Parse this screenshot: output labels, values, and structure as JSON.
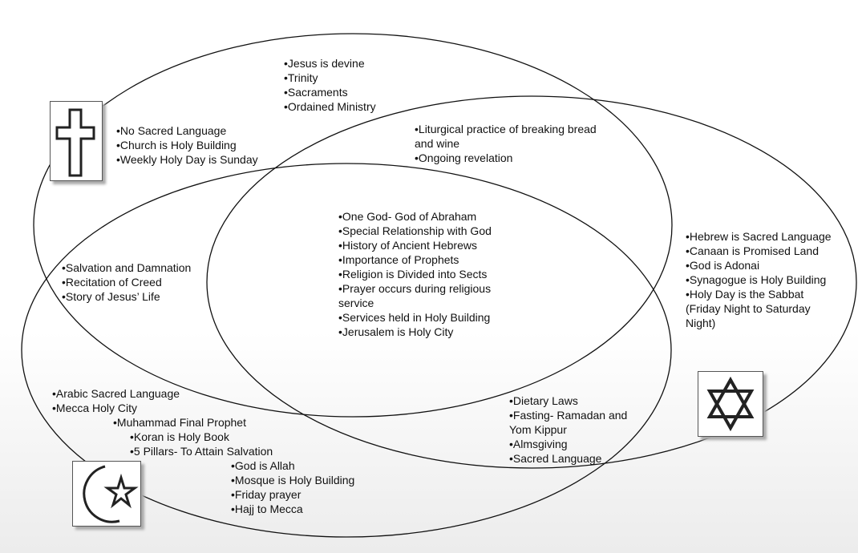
{
  "christianity_only": [
    "•Jesus is devine",
    "•Trinity",
    "•Sacraments",
    "•Ordained Ministry"
  ],
  "christianity_left": [
    "•No Sacred Language",
    "•Church is Holy Building",
    "•Weekly Holy Day is Sunday"
  ],
  "christianity_judaism": [
    "•Liturgical practice of breaking bread and wine",
    "•Ongoing revelation"
  ],
  "all_three": [
    "•One God- God of Abraham",
    "•Special Relationship with God",
    "•History of Ancient Hebrews",
    "•Importance of Prophets",
    "•Religion is Divided into Sects",
    "•Prayer occurs during religious service",
    "•Services held in Holy Building",
    "•Jerusalem is Holy City"
  ],
  "christianity_islam": [
    "•Salvation and Damnation",
    "•Recitation of Creed",
    "•Story of Jesus’ Life"
  ],
  "judaism_only": [
    "•Hebrew is Sacred Language",
    "•Canaan is Promised Land",
    "•God is Adonai",
    "•Synagogue is Holy Building",
    "•Holy Day is the Sabbat (Friday Night to Saturday Night)"
  ],
  "judaism_islam": [
    "•Dietary Laws",
    "•Fasting- Ramadan and Yom Kippur",
    "•Almsgiving",
    "•Sacred Language"
  ],
  "islam_only": [
    "•Arabic Sacred Language",
    "•Mecca Holy City",
    "•Muhammad Final Prophet",
    "•Koran is Holy Book",
    "•5 Pillars- To Attain Salvation",
    "•God is Allah",
    "•Mosque is Holy Building",
    "•Friday prayer",
    "•Hajj to Mecca"
  ]
}
